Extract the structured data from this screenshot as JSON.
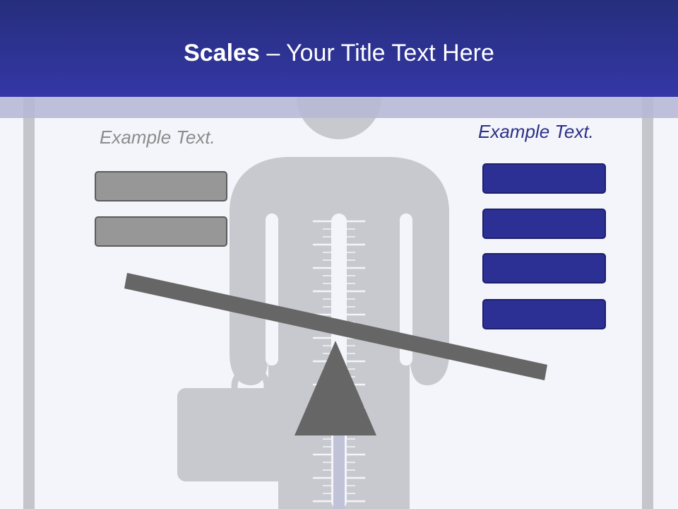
{
  "slide": {
    "title_bold": "Scales",
    "title_rest": "– Your Title Text Here",
    "left_caption": "Example Text.",
    "right_caption": "Example Text.",
    "left_boxes": [
      {
        "label": ""
      },
      {
        "label": ""
      }
    ],
    "right_boxes": [
      {
        "label": ""
      },
      {
        "label": ""
      },
      {
        "label": ""
      },
      {
        "label": ""
      }
    ]
  },
  "colors": {
    "header": "#3437a6",
    "accent_blue": "#2c3095",
    "neutral_gray": "#979797",
    "beam": "#666666",
    "figure": "#c8c9cf"
  }
}
